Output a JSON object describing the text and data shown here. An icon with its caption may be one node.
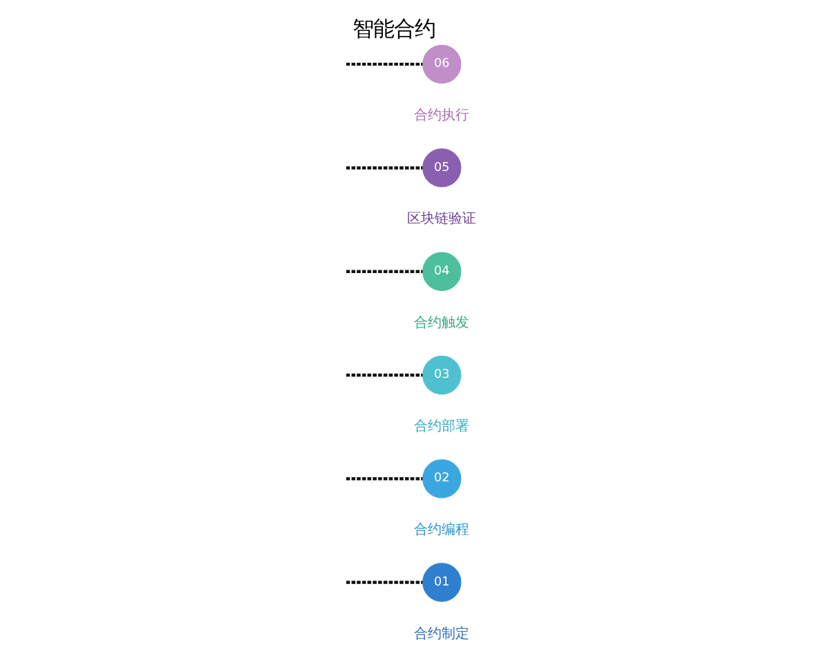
{
  "diagram": {
    "title": "智能合约",
    "nodes": [
      {
        "text": [
          "01"
        ],
        "beside": [
          "合约制定"
        ]
      },
      {
        "text": [
          "02"
        ],
        "beside": [
          "合约编程"
        ]
      },
      {
        "text": [
          "03"
        ],
        "beside": [
          "合约部署"
        ]
      },
      {
        "text": [
          "04"
        ],
        "beside": [
          "合约触发"
        ]
      },
      {
        "text": [
          "05"
        ],
        "beside": [
          "区块链验证"
        ]
      },
      {
        "text": [
          "06"
        ],
        "beside": [
          "合约执行"
        ]
      }
    ],
    "edges": [
      {
        "from": null,
        "to": 0,
        "arrow": "none",
        "style": "dashed"
      },
      {
        "from": null,
        "to": 1,
        "arrow": "none",
        "style": "dashed"
      },
      {
        "from": null,
        "to": 2,
        "arrow": "none",
        "style": "dashed"
      },
      {
        "from": null,
        "to": 3,
        "arrow": "none",
        "style": "dashed"
      },
      {
        "from": null,
        "to": 4,
        "arrow": "none",
        "style": "dashed"
      },
      {
        "from": null,
        "to": 5,
        "arrow": "none",
        "style": "dashed"
      }
    ]
  }
}
